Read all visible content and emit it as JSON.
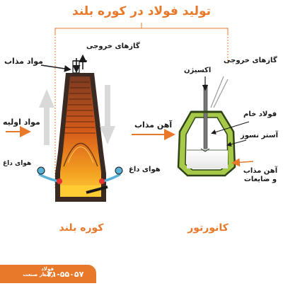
{
  "title": "تولید فولاد در کوره بلند",
  "blast_furnace": {
    "caption": "کوره بلند",
    "labels": {
      "exhaust_gases": "گازهای خروجی",
      "molten_material": "مواد مذاب",
      "raw_materials": "مواد اولیه",
      "hot_air_left": "هوای داغ",
      "hot_air_right": "هوای داغ"
    }
  },
  "middle": {
    "molten_iron": "آهن مذاب"
  },
  "converter": {
    "caption": "کانورتور",
    "labels": {
      "oxygen": "اکسیژن",
      "exhaust_gases": "گازهای خروجی",
      "crude_steel": "فولاد خام",
      "refractory_lining": "آستر نسوز",
      "molten_iron_and_scrap": "آهن مذاب و ضایعات"
    }
  },
  "brand": {
    "company_line1": "فولاد",
    "company_line2": "رامیار صنعت",
    "phone": "۰۳۱-۵۵۰۵۷"
  },
  "colors": {
    "accent": "#e8792b",
    "furnace_dark": "#3a2a22",
    "furnace_hot": "#f08a1e",
    "converter_green": "#a7c94a",
    "converter_dark": "#2f4416",
    "arrow_gray": "#d9d9d9",
    "air_blue": "#5ab1d6"
  },
  "icons": {
    "logo": "ramiyar-logo-icon"
  }
}
